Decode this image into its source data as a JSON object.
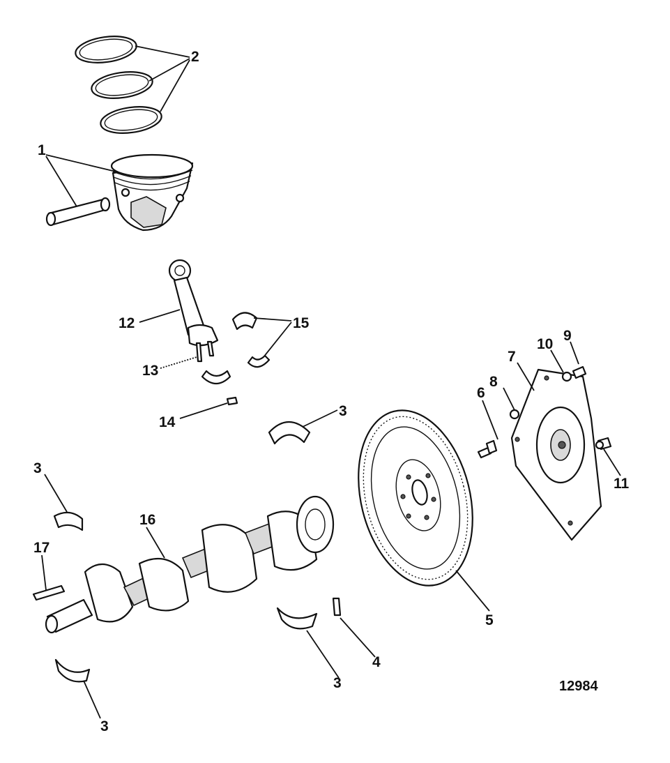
{
  "figure_number": "12984",
  "callouts": [
    {
      "id": "c1",
      "label": "1"
    },
    {
      "id": "c2",
      "label": "2"
    },
    {
      "id": "c3a",
      "label": "3"
    },
    {
      "id": "c3b",
      "label": "3"
    },
    {
      "id": "c3c",
      "label": "3"
    },
    {
      "id": "c3d",
      "label": "3"
    },
    {
      "id": "c4",
      "label": "4"
    },
    {
      "id": "c5",
      "label": "5"
    },
    {
      "id": "c6",
      "label": "6"
    },
    {
      "id": "c7",
      "label": "7"
    },
    {
      "id": "c8",
      "label": "8"
    },
    {
      "id": "c9",
      "label": "9"
    },
    {
      "id": "c10",
      "label": "10"
    },
    {
      "id": "c11",
      "label": "11"
    },
    {
      "id": "c12",
      "label": "12"
    },
    {
      "id": "c13",
      "label": "13"
    },
    {
      "id": "c14",
      "label": "14"
    },
    {
      "id": "c15",
      "label": "15"
    },
    {
      "id": "c16",
      "label": "16"
    },
    {
      "id": "c17",
      "label": "17"
    }
  ]
}
